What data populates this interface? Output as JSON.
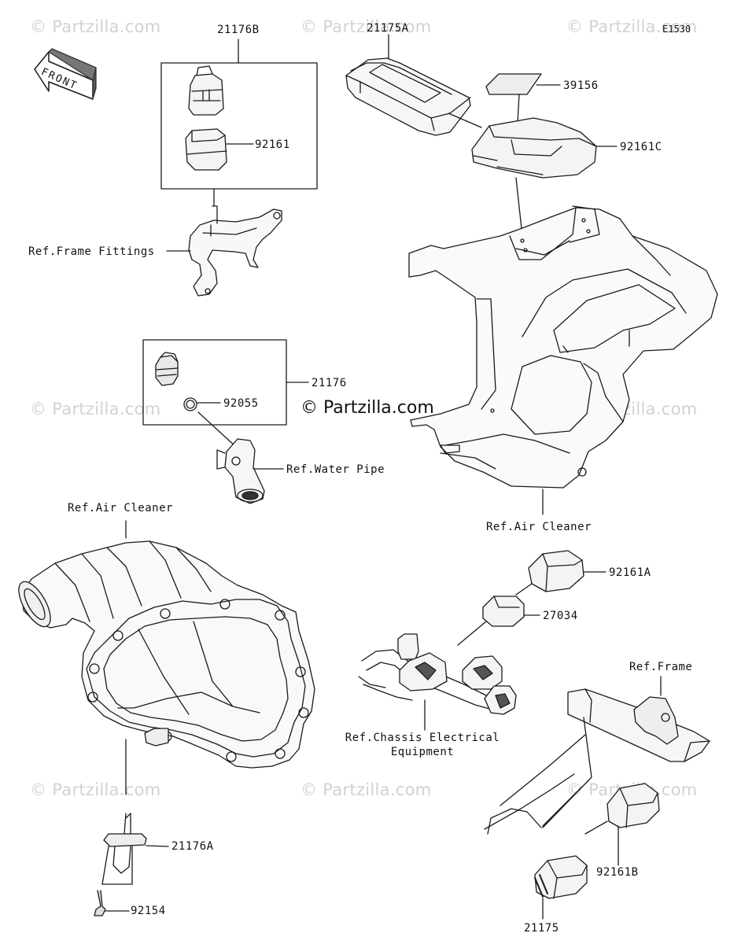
{
  "diagram_code": "E1530",
  "watermark": "© Partzilla.com",
  "center_watermark": "© Partzilla.com",
  "front_arrow_label": "FRONT",
  "parts": {
    "p21176B": "21176B",
    "p92161": "92161",
    "ref_frame_fittings": "Ref.Frame Fittings",
    "p21175A": "21175A",
    "p39156": "39156",
    "p92161C": "92161C",
    "p21176": "21176",
    "p92055": "92055",
    "ref_water_pipe": "Ref.Water Pipe",
    "ref_air_cleaner_left": "Ref.Air Cleaner",
    "ref_air_cleaner_right": "Ref.Air Cleaner",
    "p92161A": "92161A",
    "p27034": "27034",
    "ref_frame": "Ref.Frame",
    "ref_chassis_line1": "Ref.Chassis Electrical",
    "ref_chassis_line2": "Equipment",
    "p21176A": "21176A",
    "p92154": "92154",
    "p92161B": "92161B",
    "p21175": "21175"
  }
}
